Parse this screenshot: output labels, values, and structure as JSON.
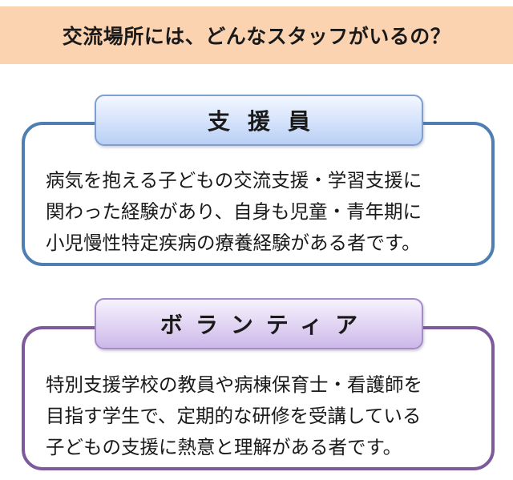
{
  "header": {
    "title": "交流場所には、どんなスタッフがいるの？"
  },
  "sections": [
    {
      "label": "支援員",
      "lines": [
        "病気を抱える子どもの交流支援・学習支援に",
        "関わった経験があり、自身も児童・青年期に",
        "小児慢性特定疾病の療養経験がある者です。"
      ],
      "border_color": "#4e7eb2"
    },
    {
      "label": "ボランティア",
      "lines": [
        "特別支援学校の教員や病棟保育士・看護師を",
        "目指す学生で、定期的な研修を受講している",
        "子どもの支援に熱意と理解がある者です。"
      ],
      "border_color": "#7e5a9c"
    }
  ],
  "colors": {
    "header_background": "#fbd3b0",
    "staff_label_background": "#d4e2fb",
    "volunteer_label_background": "#e0d3f2"
  }
}
